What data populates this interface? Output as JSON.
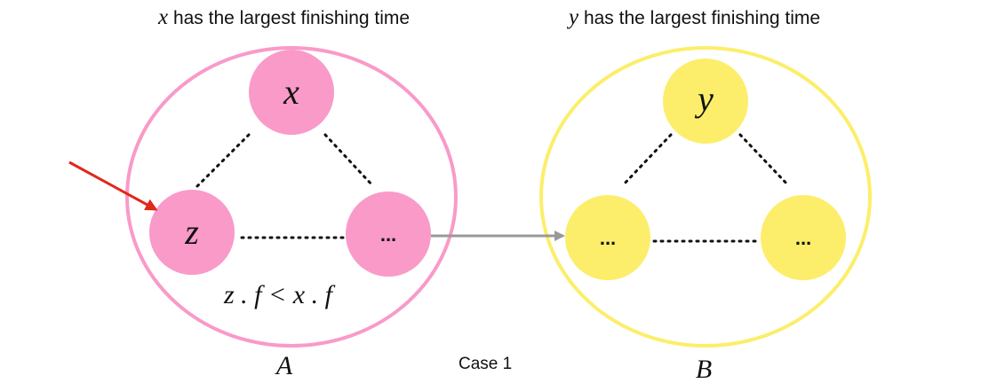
{
  "colors": {
    "group_a": "#f99ac8",
    "group_b": "#fcee6a",
    "edge": "#111111",
    "connector": "#999999",
    "pointer": "#e0281c"
  },
  "group_a": {
    "caption_var": "x",
    "caption_text": " has the largest finishing time",
    "label": "A",
    "relation": "z . f < x . f",
    "nodes": {
      "top": "x",
      "left": "z",
      "right": "..."
    }
  },
  "group_b": {
    "caption_var": "y",
    "caption_text": " has the largest finishing time",
    "label": "B",
    "nodes": {
      "top": "y",
      "left": "...",
      "right": "..."
    }
  },
  "case_label": "Case 1"
}
